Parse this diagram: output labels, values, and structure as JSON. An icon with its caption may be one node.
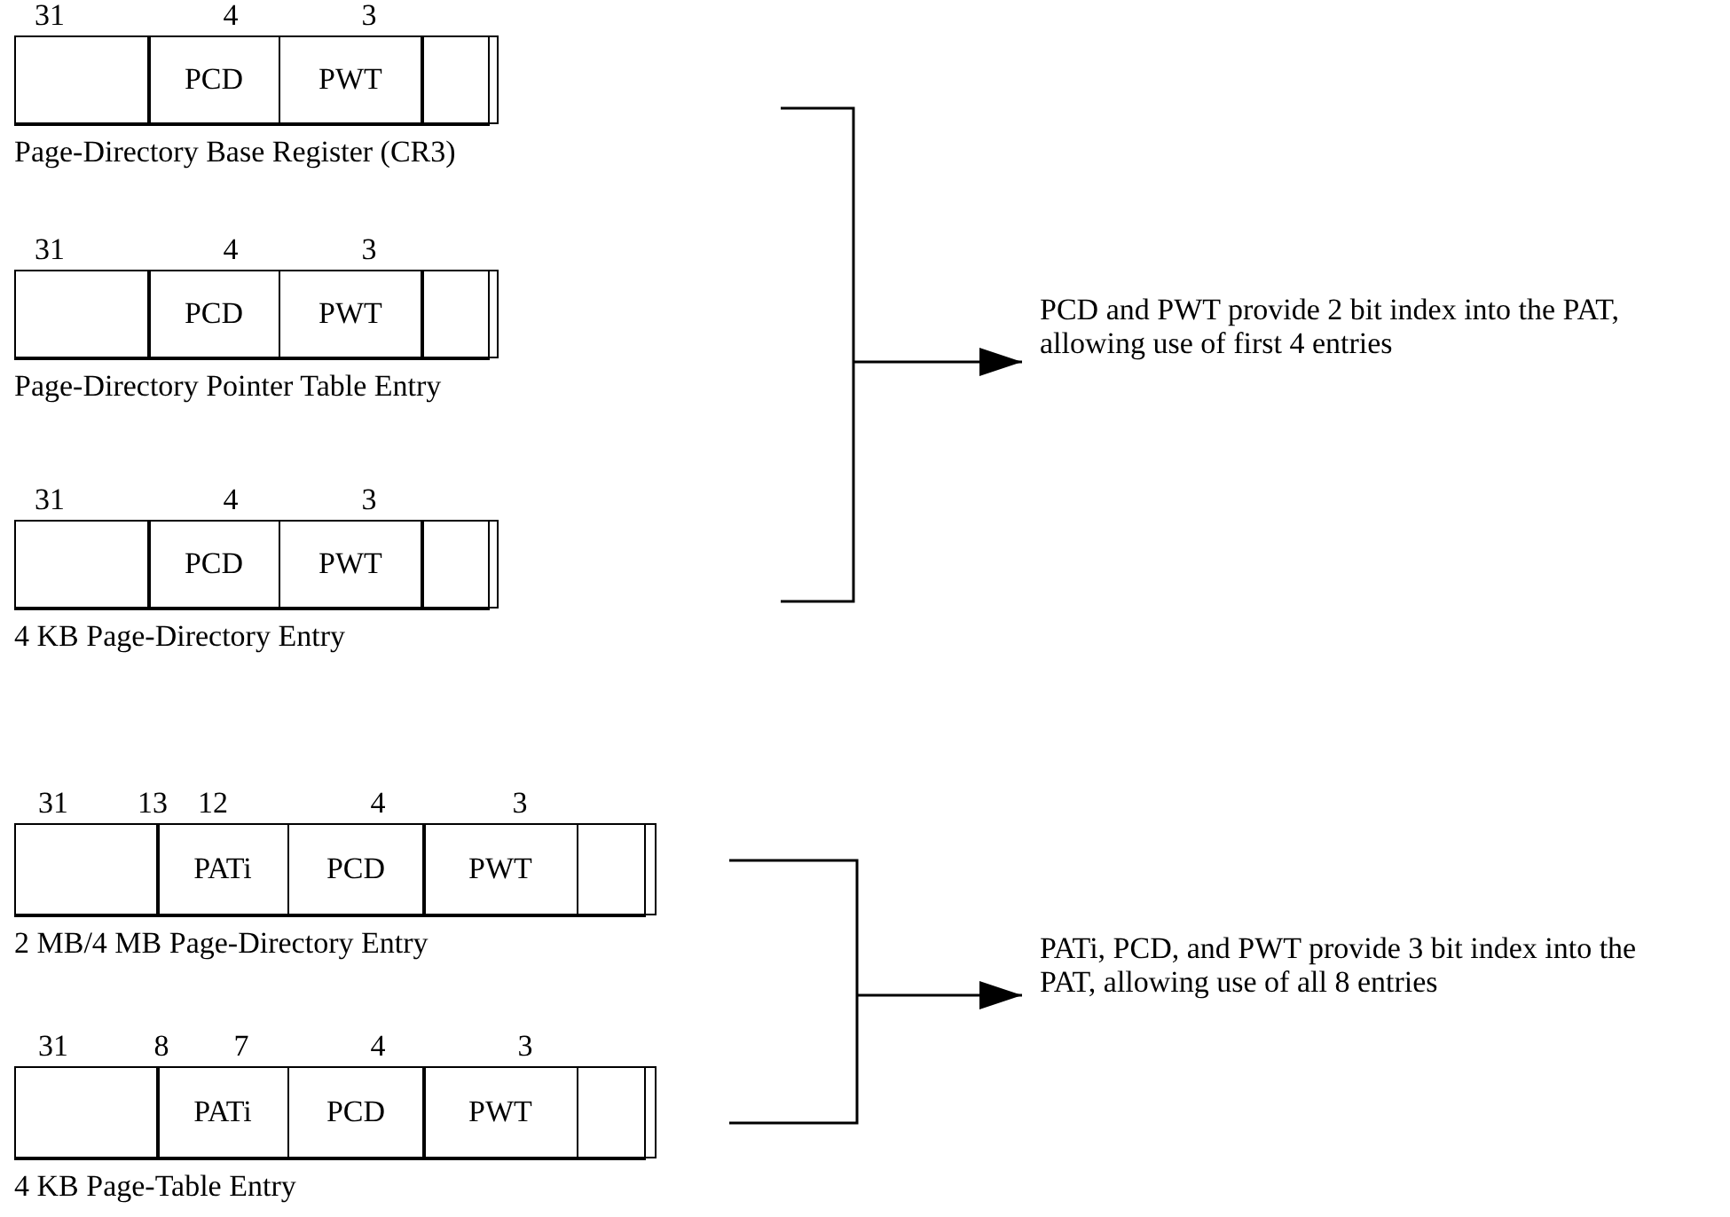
{
  "diagram": {
    "nodes": [
      {
        "text": [],
        "shape": "box",
        "beside": [
          "31",
          "4",
          "3",
          "Page-Directory Base Register (CR3)"
        ]
      },
      {
        "text": [],
        "shape": "box",
        "in": 0
      },
      {
        "text": [
          "PCD"
        ],
        "in": 0
      },
      {
        "text": [
          "PWT"
        ],
        "in": 0
      },
      {
        "text": [],
        "shape": "box",
        "in": 0
      },
      {
        "text": [],
        "shape": "box",
        "beside": [
          "31",
          "4",
          "3",
          "Page-Directory Pointer Table Entry"
        ]
      },
      {
        "text": [],
        "shape": "box",
        "in": 5
      },
      {
        "text": [
          "PCD"
        ],
        "in": 5
      },
      {
        "text": [
          "PWT"
        ],
        "in": 5
      },
      {
        "text": [],
        "shape": "box",
        "in": 5
      },
      {
        "text": [],
        "shape": "box",
        "beside": [
          "31",
          "4",
          "3",
          "4 KB Page-Directory Entry"
        ]
      },
      {
        "text": [],
        "shape": "box",
        "in": 10
      },
      {
        "text": [
          "PCD"
        ],
        "in": 10
      },
      {
        "text": [
          "PWT"
        ],
        "in": 10
      },
      {
        "text": [],
        "shape": "box",
        "in": 10
      },
      {
        "text": [],
        "shape": "box",
        "beside": [
          "31",
          "13",
          "12",
          "4",
          "3",
          "2 MB/4 MB Page-Directory Entry"
        ]
      },
      {
        "text": [],
        "shape": "box",
        "in": 15
      },
      {
        "text": [
          "PATi"
        ],
        "in": 15
      },
      {
        "text": [
          "PCD"
        ],
        "in": 15
      },
      {
        "text": [
          "PWT"
        ],
        "in": 15
      },
      {
        "text": [],
        "shape": "box",
        "in": 15
      },
      {
        "text": [],
        "shape": "box",
        "beside": [
          "31",
          "8",
          "7",
          "4",
          "3",
          "4 KB Page-Table Entry"
        ]
      },
      {
        "text": [],
        "shape": "box",
        "in": 21
      },
      {
        "text": [
          "PATi"
        ],
        "in": 21
      },
      {
        "text": [
          "PCD"
        ],
        "in": 21
      },
      {
        "text": [
          "PWT"
        ],
        "in": 21
      },
      {
        "text": [],
        "shape": "box",
        "in": 21
      },
      {
        "text": [
          "PCD and PWT provide 2 bit index into the PAT, allowing use of first 4 entries"
        ]
      },
      {
        "text": [
          "PATi, PCD, and PWT provide 3 bit index into the PAT, allowing use of all 8 entries"
        ]
      },
      {
        "text": [],
        "shape": "bracket"
      },
      {
        "text": [],
        "shape": "bracket"
      }
    ],
    "edges": [
      {
        "from": 29,
        "to": 27,
        "arrow": "to"
      },
      {
        "from": 30,
        "to": 28,
        "arrow": "to"
      }
    ]
  }
}
